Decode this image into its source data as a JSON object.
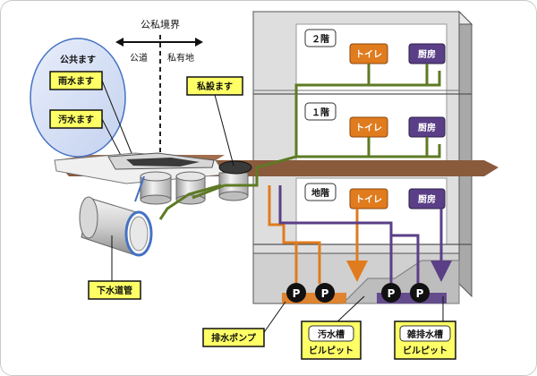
{
  "boundary": {
    "title": "公私境界",
    "public_side": "公道",
    "private_side": "私有地"
  },
  "public_manhole_group": {
    "title": "公共ます",
    "rainwater": "雨水ます",
    "sewage": "汚水ます"
  },
  "private_manhole": "私設ます",
  "sewer_pipe": "下水道管",
  "floors": [
    {
      "name": "２階",
      "toilet": "トイレ",
      "kitchen": "厨房"
    },
    {
      "name": "１階",
      "toilet": "トイレ",
      "kitchen": "厨房"
    },
    {
      "name": "地階",
      "toilet": "トイレ",
      "kitchen": "厨房"
    }
  ],
  "pump_symbol": "P",
  "pump_label": "排水ポンプ",
  "pits": [
    {
      "name": "汚水槽",
      "type": "ビルピット"
    },
    {
      "name": "雑排水槽",
      "type": "ビルピット"
    }
  ],
  "colors": {
    "ground": "#8a5a3c",
    "building_wall": "#dcdcdc",
    "toilet_line": "#e07b1e",
    "kitchen_line": "#5a3f87",
    "drain_line": "#5e7a25",
    "label_bg": "#ffff66",
    "pipe_blue": "#4472c4"
  }
}
